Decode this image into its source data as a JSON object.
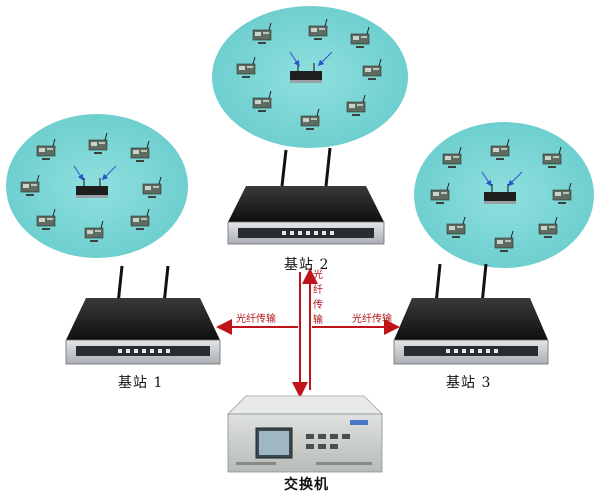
{
  "stations": [
    {
      "label": "基站 1"
    },
    {
      "label": "基站 2"
    },
    {
      "label": "基站 3"
    }
  ],
  "switch": {
    "label": "交换机"
  },
  "links": {
    "left": "光纤传输",
    "right": "光纤传输",
    "top": "光纤传输"
  },
  "colors": {
    "cluster": "#6fcfcf",
    "fiber": "#c0141b",
    "device_dark": "#1c1c1c",
    "panel": "#c8ccd0"
  }
}
